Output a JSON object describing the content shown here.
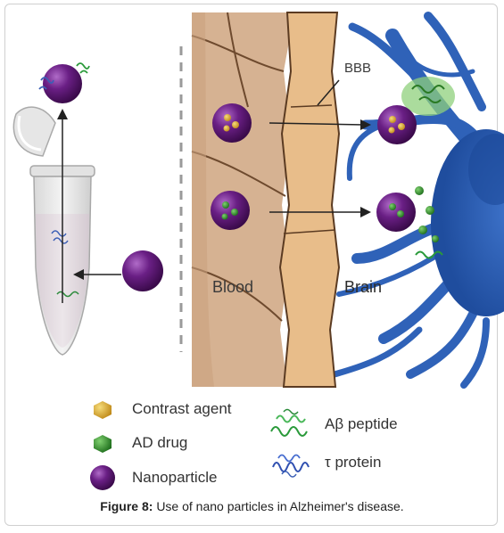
{
  "diagram": {
    "labels": {
      "bbb": "BBB",
      "blood": "Blood",
      "brain": "Brain"
    },
    "legend": {
      "contrast_agent": "Contrast agent",
      "ad_drug": "AD drug",
      "nanoparticle": "Nanoparticle",
      "ab_peptide": "Aβ peptide",
      "tau_protein": "τ protein"
    },
    "colors": {
      "nanoparticle": "#5a1670",
      "contrast_agent": "#d9a62e",
      "ad_drug": "#2f8a2a",
      "neuron": "#2f62b8",
      "barrier": "#e8bd8a",
      "blood_tissue": "#d6b292"
    }
  },
  "caption": {
    "figure_label": "Figure 8:",
    "text": "Use of nano particles in Alzheimer's disease."
  }
}
